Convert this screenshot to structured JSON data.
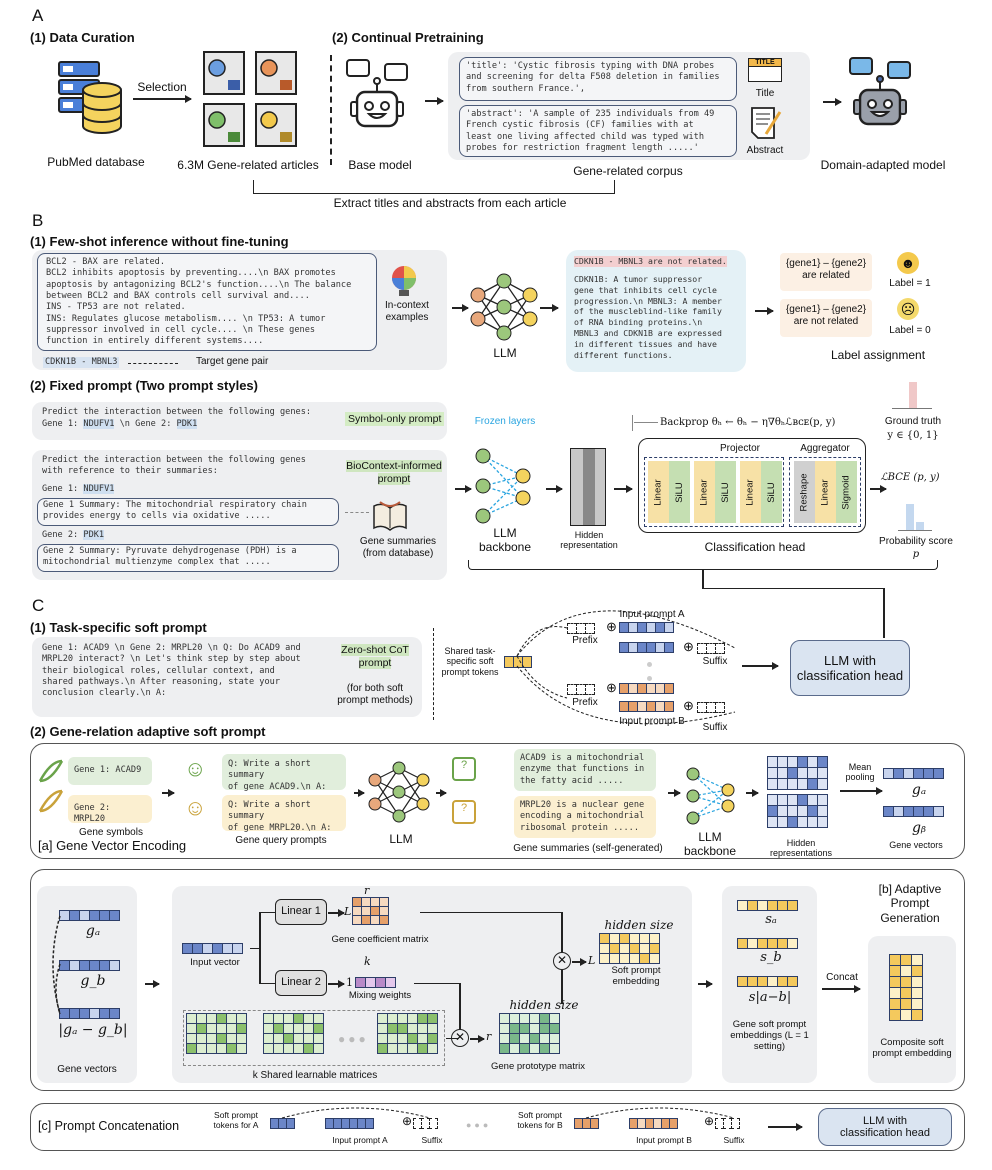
{
  "panelA": {
    "letter": "A",
    "sec1_title": "(1) Data Curation",
    "sec2_title": "(2) Continual Pretraining",
    "pubmed_label": "PubMed database",
    "selection_label": "Selection",
    "articles_label": "6.3M Gene-related articles",
    "base_model_label": "Base model",
    "corpus_title": "'title': 'Cystic fibrosis typing with DNA probes\nand screening for delta F508 deletion in families\nfrom southern France.',",
    "corpus_abstract": "'abstract': 'A sample of 235 individuals from 49\nFrench cystic fibrosis (CF) families with at\nleast one living affected child was typed with\nprobes for restriction fragment length .....'",
    "title_icon_label": "Title",
    "title_icon_text": "TITLE",
    "abstract_icon_label": "Abstract",
    "corpus_label": "Gene-related corpus",
    "domain_model_label": "Domain-adapted model",
    "extract_label": "Extract titles and abstracts from each article"
  },
  "panelB": {
    "letter": "B",
    "sec1_title": "(1) Few-shot inference without fine-tuning",
    "fewshot_text": "BCL2 - BAX are related.\nBCL2 inhibits apoptosis by preventing....\\n BAX promotes\napoptosis by antagonizing BCL2's function....\\n The balance\nbetween BCL2 and BAX controls cell survival and....\nINS - TP53 are not related.\nINS: Regulates glucose metabolism.... \\n TP53: A tumor\nsuppressor involved in cell cycle.... \\n These genes\nfunction in entirely different systems....",
    "target_pair": "CDKN1B - MBNL3",
    "target_pair_label": "Target gene pair",
    "incontext_label": "In-context\nexamples",
    "llm_label": "LLM",
    "output_first": "CDKN1B - MBNL3 are not related.",
    "output_body": "CDKN1B: A tumor suppressor\ngene that inhibits cell cycle\nprogression.\\n MBNL3: A member\nof the muscleblind-like family\nof RNA binding proteins.\\n\nMBNL3 and CDKN1B are expressed\nin different tissues and have\ndifferent functions.",
    "label_related": "{gene1} – {gene2}\nare related",
    "label_not_related": "{gene1} – {gene2}\nare not related",
    "label_one": "Label = 1",
    "label_zero": "Label = 0",
    "label_assignment": "Label assignment",
    "sec2_title": "(2) Fixed prompt (Two prompt styles)",
    "symbol_prompt_line1": "Predict the interaction between the following genes:",
    "symbol_prompt_line2_pre": "Gene 1: ",
    "gene1": "NDUFV1",
    "symbol_prompt_line2_mid": " \\n Gene 2: ",
    "gene2": "PDK1",
    "symbol_only_label": "Symbol-only prompt",
    "bio_prompt_intro": "Predict the interaction between the following genes\nwith reference to their summaries:",
    "bio_gene1_pre": "Gene 1: ",
    "bio_gene1_summary": "Gene 1 Summary: The mitochondrial respiratory chain\nprovides energy to cells via oxidative .....",
    "bio_gene2_pre": "Gene 2: ",
    "bio_gene2_summary": "Gene 2 Summary: Pyruvate dehydrogenase (PDH) is a\nmitochondrial multienzyme complex that .....",
    "biocontext_label": "BioContext-informed\nprompt",
    "gene_summaries_label": "Gene summaries\n(from database)",
    "frozen_label": "Frozen\nlayers",
    "backbone_label": "LLM\nbackbone",
    "hidden_label": "Hidden\nrepresentation",
    "backprop_label": "Backprop  θₕ ← θₕ − η∇θₕℒʙᴄᴇ(p, y)",
    "projector_label": "Projector",
    "aggregator_label": "Aggregator",
    "projector_layers": [
      "Linear",
      "SiLU",
      "Linear",
      "SiLU",
      "Linear",
      "SiLU"
    ],
    "aggregator_layers": [
      "Reshape",
      "Linear",
      "Sigmoid"
    ],
    "classification_head_label": "Classification head",
    "ground_truth_label": "Ground truth",
    "ground_truth_set": "y ∈ {0, 1}",
    "loss_label": "ℒBCE (p, y)",
    "prob_label": "Probability score",
    "prob_symbol": "p"
  },
  "panelC": {
    "letter": "C",
    "sec1_title": "(1) Task-specific soft prompt",
    "cot_prompt": "Gene 1: ACAD9 \\n Gene 2: MRPL20 \\n Q: Do ACAD9 and\nMRPL20 interact? \\n Let's think step by step about\ntheir biological roles, cellular context, and\nshared pathways.\\n After reasoning, state your\nconclusion clearly.\\n A:",
    "cot_label": "Zero-shot CoT\nprompt",
    "cot_note": "(for both soft\nprompt methods)",
    "shared_tokens_label": "Shared\ntask-specific\nsoft prompt\ntokens",
    "prefix_label": "Prefix",
    "suffix_label": "Suffix",
    "input_prompt_a": "Input prompt A",
    "input_prompt_b": "Input prompt B",
    "llm_head_label": "LLM with\nclassification head",
    "sec2_title": "(2) Gene-relation adaptive soft prompt",
    "enc": {
      "gene1": "Gene 1: ACAD9",
      "gene2": "Gene 2: MRPL20",
      "gene_symbols_label": "Gene symbols",
      "query1": "Q: Write a short summary\nof gene ACAD9.\\n A:",
      "query2": "Q: Write a short summary\nof gene MRPL20.\\n A:",
      "query_label": "Gene query prompts",
      "llm_label": "LLM",
      "summary1": "ACAD9 is a mitochondrial\nenzyme that functions in\nthe fatty acid .....",
      "summary2": "MRPL20 is a nuclear gene\nencoding a mitochondrial\nribosomal protein .....",
      "summaries_label": "Gene summaries (self-generated)",
      "backbone_label": "LLM\nbackbone",
      "hidden_label": "Hidden\nrepresentations",
      "mean_pooling_label": "Mean\npooling",
      "ga": "gₐ",
      "gb": "gᵦ",
      "gene_vectors_label": "Gene vectors",
      "title": "[a] Gene Vector Encoding"
    },
    "gen": {
      "ga": "gₐ",
      "gb": "g_b",
      "gdiff": "|gₐ − g_b|",
      "gene_vectors_label": "Gene vectors",
      "input_vector_label": "Input vector",
      "linear1": "Linear 1",
      "linear2": "Linear 2",
      "r": "r",
      "L": "L",
      "k": "k",
      "one": "1",
      "coef_label": "Gene coefficient matrix",
      "mixing_label": "Mixing weights",
      "shared_label": "k Shared learnable matrices",
      "hidden_size": "hidden size",
      "soft_emb_label": "Soft prompt\nembedding",
      "prototype_label": "Gene prototype matrix",
      "sa": "sₐ",
      "sb": "s_b",
      "sdiff": "s|a−b|",
      "gene_soft_label": "Gene soft prompt\nembeddings\n(L = 1 setting)",
      "concat_label": "Concat",
      "composite_label": "Composite\nsoft prompt\nembedding",
      "title": "[b] Adaptive Prompt\nGeneration"
    },
    "concat": {
      "title": "[c] Prompt Concatenation",
      "tokens_a": "Soft prompt\ntokens for A",
      "input_a": "Input prompt A",
      "suffix": "Suffix",
      "tokens_b": "Soft prompt\ntokens for B",
      "input_b": "Input prompt B",
      "llm_head": "LLM with\nclassification head"
    }
  },
  "colors": {
    "blue": "#6b86c8",
    "lightblue": "#c8d4ee",
    "orange": "#e6a06a",
    "lightorange": "#f6d9c0",
    "green": "#9cc77c",
    "yellow": "#f4c95d",
    "gray_panel": "#eeeff1"
  }
}
